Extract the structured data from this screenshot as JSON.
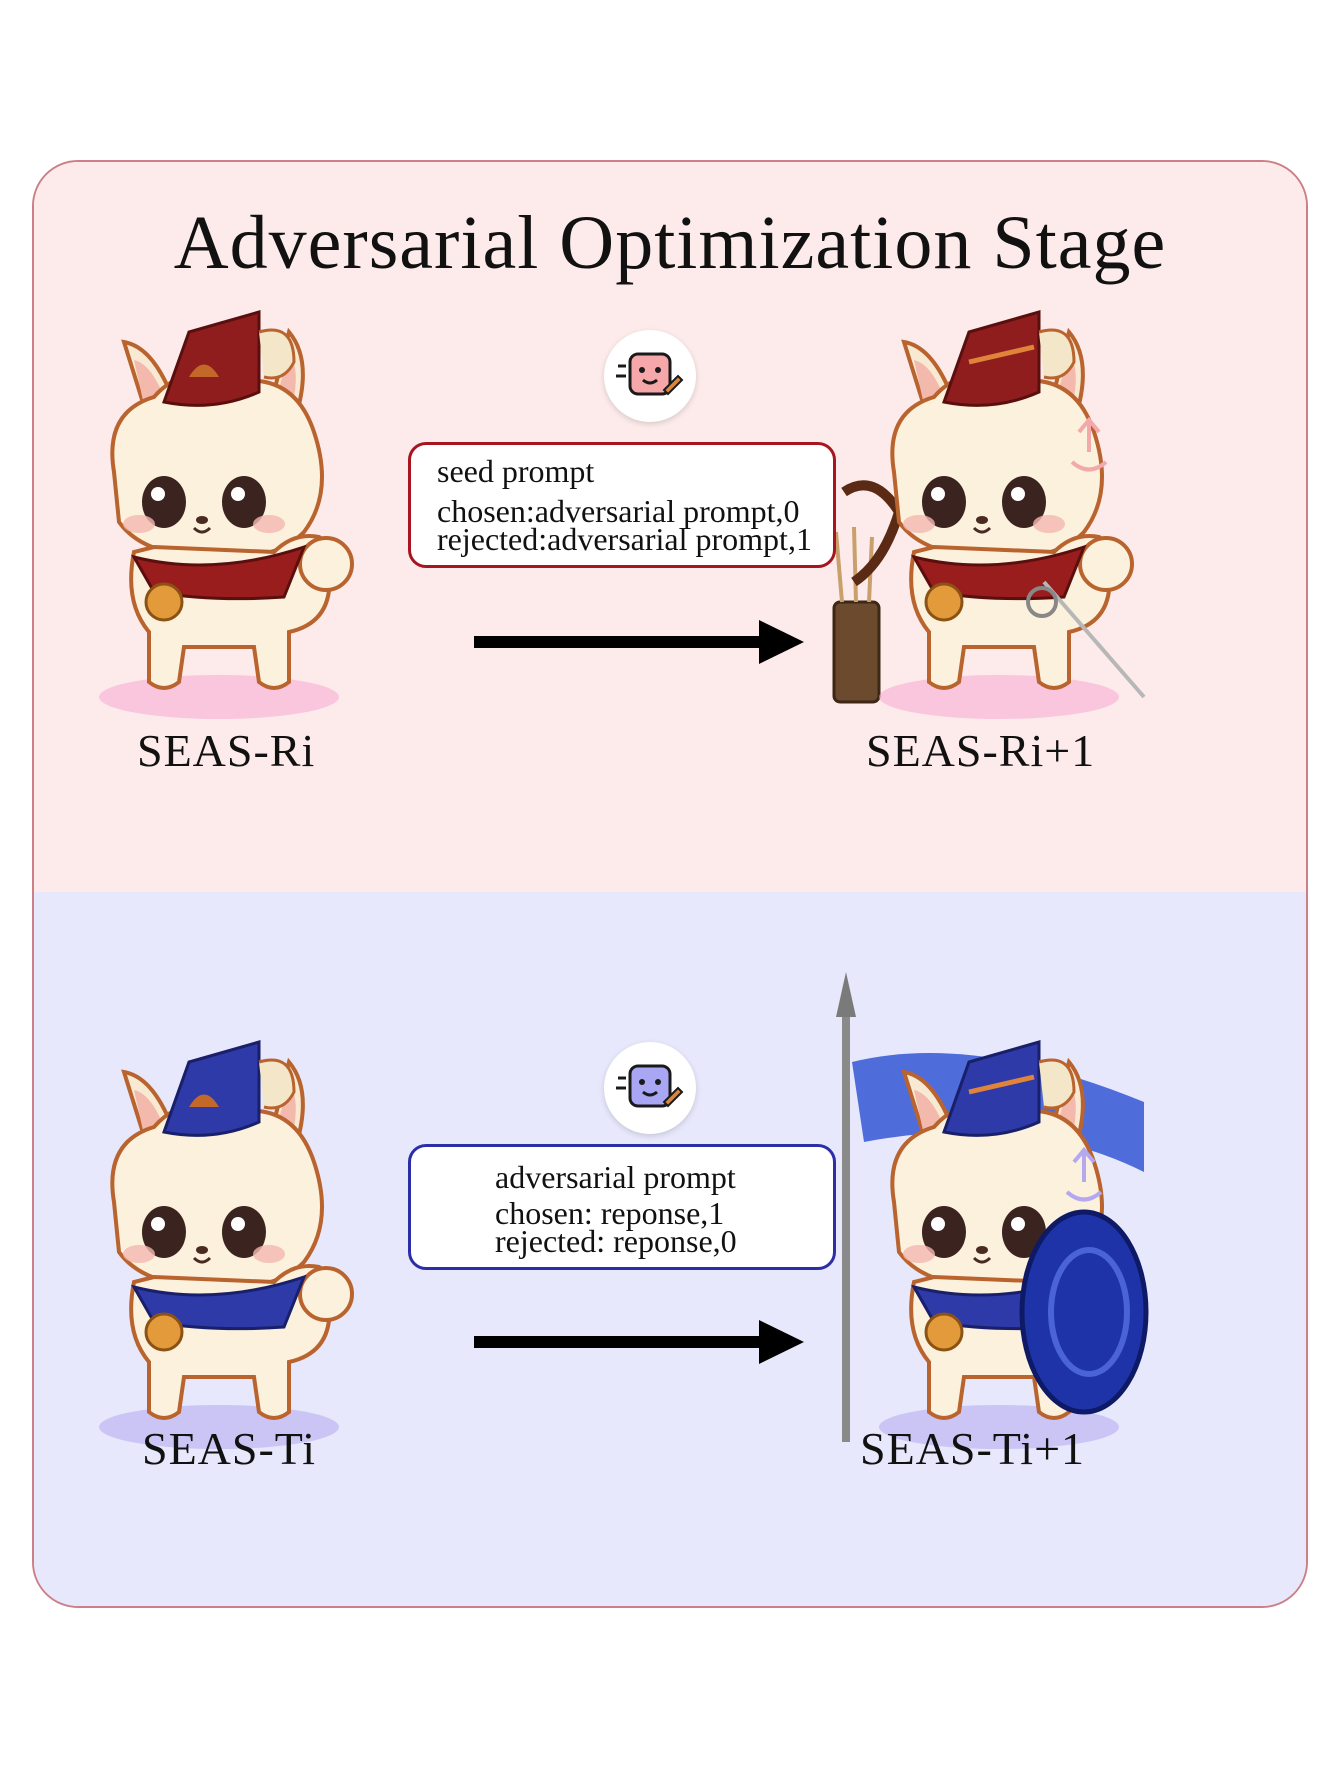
{
  "title": "Adversarial Optimization Stage",
  "top": {
    "left_label": "SEAS-Ri",
    "right_label": "SEAS-Ri+1",
    "box": {
      "line1": "seed prompt",
      "line2": "chosen:adversarial prompt,0",
      "line3": "rejected:adversarial prompt,1"
    },
    "accent": "#a8141f"
  },
  "bottom": {
    "left_label": "SEAS-Ti",
    "right_label": "SEAS-Ti+1",
    "box": {
      "line1": "adversarial prompt",
      "line2": "chosen: reponse,1",
      "line3": "rejected: reponse,0"
    },
    "accent": "#2b2ea8"
  },
  "icons": [
    "robot-icon",
    "llama-icon",
    "arrow-right-icon",
    "bow-icon",
    "quiver-icon",
    "sword-icon",
    "spear-icon",
    "shield-icon",
    "flag-icon"
  ]
}
